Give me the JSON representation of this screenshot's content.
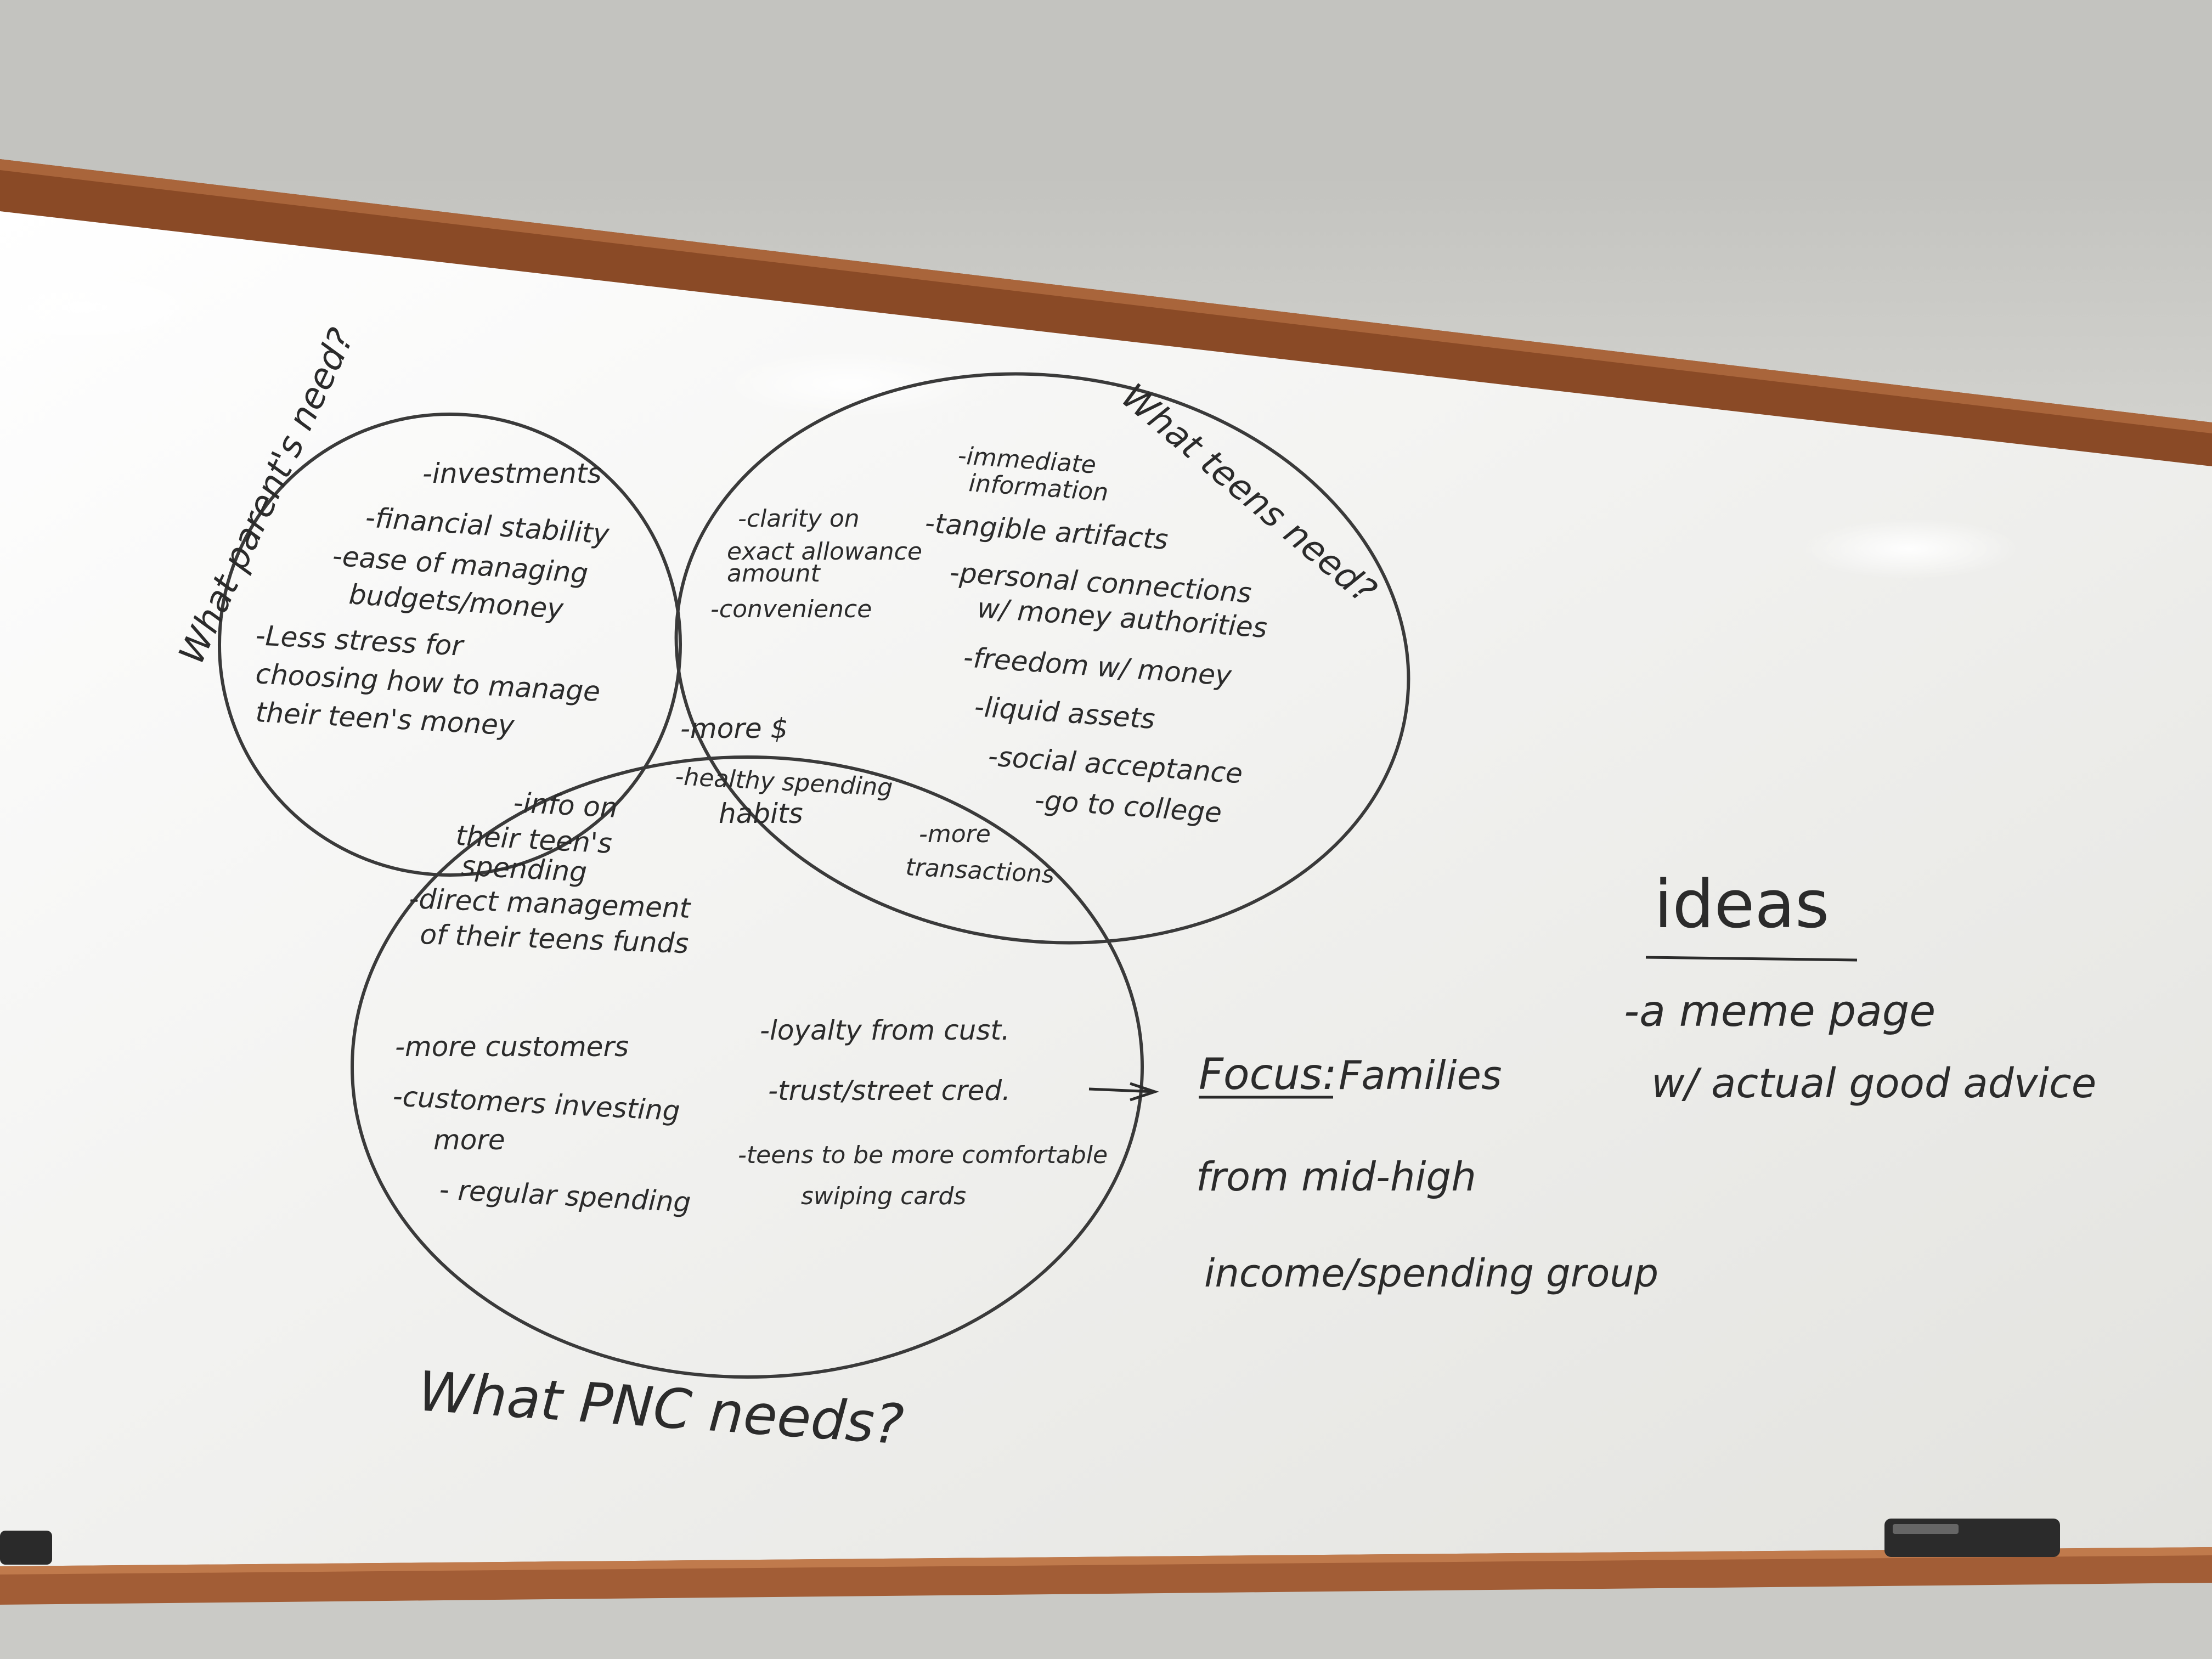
{
  "diagram": {
    "circles": {
      "parents": {
        "title": "What parent's need?",
        "items": [
          "-investments",
          "-financial stability",
          "-ease of managing",
          "budgets/money",
          "-Less stress for",
          "choosing how to manage",
          "their teen's money"
        ]
      },
      "teens": {
        "title": "What teens need?",
        "items": [
          "-immediate",
          "information",
          "-tangible artifacts",
          "-personal connections",
          "w/ money authorities",
          "-freedom w/ money",
          "-liquid assets",
          "-social acceptance",
          "-go to college"
        ]
      },
      "pnc": {
        "title": "What PNC needs?",
        "items_left": [
          "-more customers",
          "-customers investing",
          "more",
          "- regular spending"
        ],
        "items_right": [
          "-loyalty from cust.",
          "-trust/street cred.",
          "-teens to be more comfortable",
          "swiping cards"
        ]
      }
    },
    "overlaps": {
      "parents_teens": [
        "-clarity on",
        "exact allowance",
        "amount",
        "-convenience"
      ],
      "parents_pnc": [
        "-info on",
        "their teen's",
        "spending",
        "-direct management",
        "of their teens funds"
      ],
      "teens_pnc": [
        "-more",
        "transactions"
      ],
      "center": [
        "-more $",
        "-healthy spending",
        "habits"
      ]
    },
    "focus": {
      "label": "Focus:",
      "value": "Families",
      "lines": [
        "from mid-high",
        "income/spending group"
      ]
    },
    "ideas": {
      "title": "ideas",
      "lines": [
        "-a meme page",
        "w/ actual good advice"
      ]
    }
  },
  "colors": {
    "board": "#f4f4f2",
    "frame": "#8a4a26",
    "ink": "#2b2b2b",
    "tray": "#a25d36"
  }
}
